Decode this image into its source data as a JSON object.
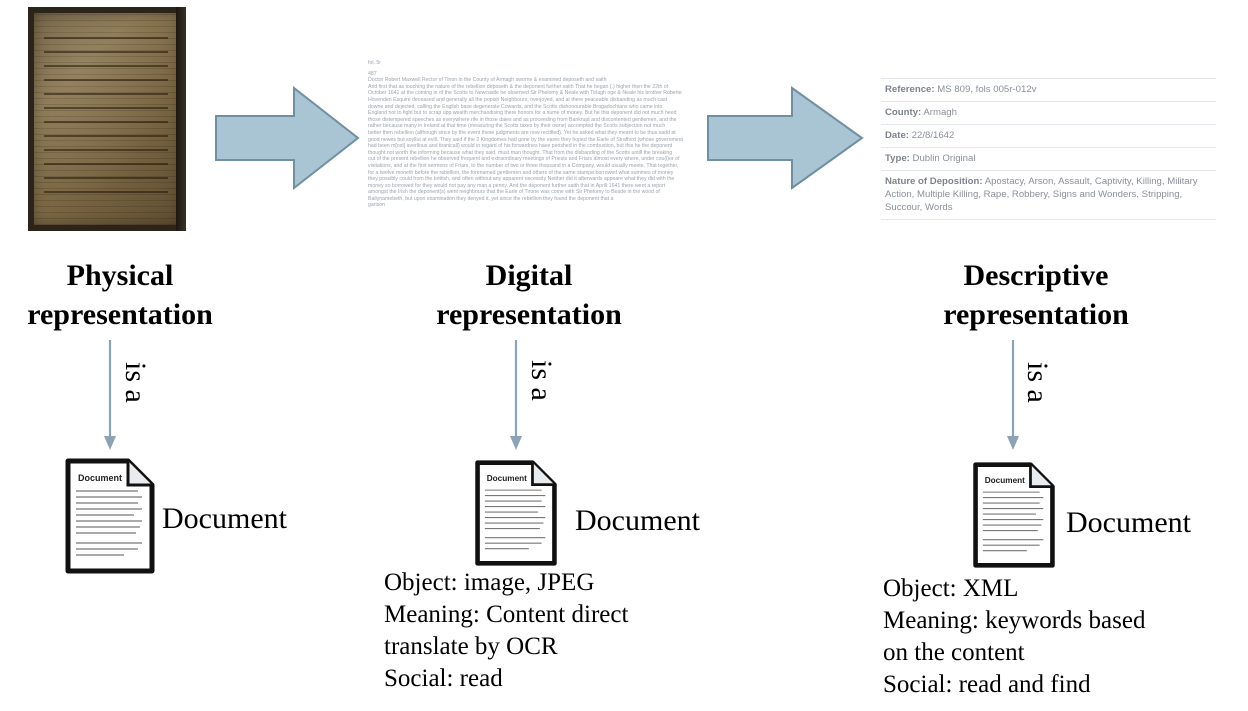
{
  "columns": {
    "physical": {
      "title_line1": "Physical",
      "title_line2": "representation",
      "relation": "is a",
      "document_label": "Document"
    },
    "digital": {
      "title_line1": "Digital",
      "title_line2": "representation",
      "relation": "is a",
      "document_label": "Document",
      "props": {
        "object": "Object: image, JPEG",
        "meaning_words": [
          "Meaning:",
          "Content",
          "direct"
        ],
        "meaning_line2": "translate by OCR",
        "social": "Social: read"
      },
      "ocr_header": "fol. 5r",
      "ocr_number": "487",
      "ocr_lines": [
        "Doctor Robert Maxwell Rector of Tinon in the County of Armagh sworne & examined deposeth and saith",
        "And first that as touching the nature of the rebellion deposeth & the deponent further saith That he began (.) higher then the 22th of",
        "October 1641 at the coming in of the Scotts to Newcastle he observed Sir Phelomy & Neale with Tirlagh oge & Neale his brother Roberte",
        "Hovenden Esquire deceased and generally all the popish Neighbours, overjoyed, and at there peaceable disbanding as much cast",
        "downe and dejected, calling the English base degenerate Cowards, and the Scotts dishonourable Bragadochians who came into",
        "England not to fight but to scrap upp wealth merchandising there honors for a sume of money. But he this deponent did not much heed",
        "those distempered speeches as everywhere rife in those daies and as proceeding from Bankrupt and discontented gentlemen, and the",
        "rather because many in Ireland at that time (measuring the Scotts taxes by their owne) accompted the Scotts subjection not much",
        "better then rebellion (although since by the event these judgments are now rectified). Yet he asked what they meant to be thus sadd at",
        "good newes but soyllut at evill. They said if the 2 Kingdomes had gone by the eares they hoped the Earle of Strafford (whose government",
        "had been m[ost] averllous and tiranicall) would in regard of his forwardnes have perished in the combustion, but this he the deponent",
        "thought not worth the informing because what they said, must man thought. That from the disbanding of the Scotts untill the breaking",
        "out of the present rebellion he observed frequent and extraordinary meetings of Priests and Friars almost every where, under cou(l)or of",
        "visitations, and at the first sermons of Friars, to the number of two or three thousand in a Company, would usually meete. That together,",
        "for a twelve moneth before the rebellion, the forenamed gentlemen and others of the same stampe borrowed what summes of money",
        "they possibly could from the brittish, and often without any apparent necessity Neither did it afterwards appeare what they did with the",
        "money so borrowed for they would not pay any man a penny. And the deponent further saith that in Aprill 1641 there went a report",
        "amongst the Irish the deponent(s) went neighbours that the Earle of Tirone was come with Sir Phelomy to Beade in the wood of",
        "Ballynamebeth, but upon examination they denyed it, yet since the rebellion they found the deponent that a",
        "garison"
      ]
    },
    "descriptive": {
      "title_line1": "Descriptive",
      "title_line2": "representation",
      "relation": "is a",
      "document_label": "Document",
      "props": {
        "object": "Object: XML",
        "meaning_words": [
          "Meaning:",
          "keywords",
          "based"
        ],
        "meaning_line2": "on the content",
        "social": "Social: read and find"
      },
      "metadata": [
        {
          "label": "Reference:",
          "value": "MS 809, fols 005r-012v"
        },
        {
          "label": "County:",
          "value": "Armagh"
        },
        {
          "label": "Date:",
          "value": "22/8/1642"
        },
        {
          "label": "Type:",
          "value": "Dublin Original"
        },
        {
          "label": "Nature of Deposition:",
          "value": "Apostacy, Arson, Assault, Captivity, Killing, Military Action, Multiple Killing, Rape, Robbery, Signs and Wonders, Stripping, Succour, Words"
        }
      ]
    }
  },
  "icon_text": {
    "doc_heading": "Document"
  },
  "colors": {
    "arrow_fill": "#a9c5d4",
    "arrow_stroke": "#6f8fa3",
    "down_arrow": "#8aa3b6"
  },
  "icons": [
    "document-icon",
    "right-arrow-icon",
    "down-arrow-icon"
  ]
}
